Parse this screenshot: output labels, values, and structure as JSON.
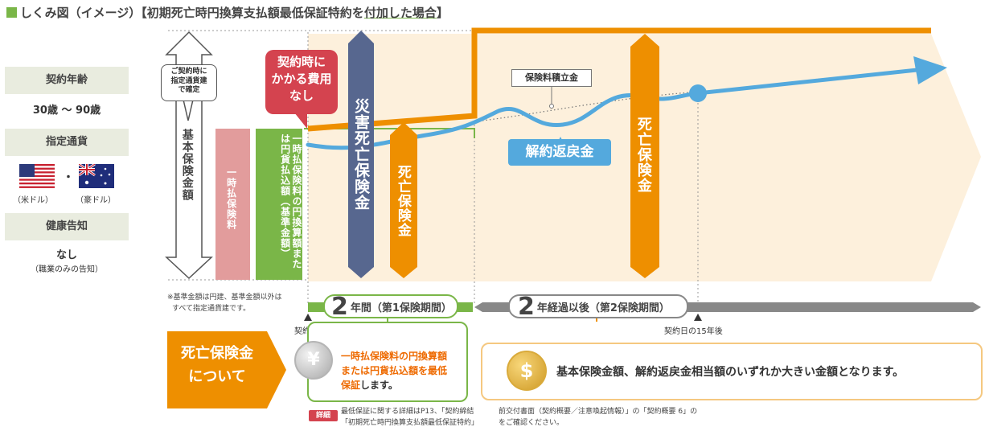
{
  "title": {
    "main": "しくみ図（イメージ）【初期死亡時円換算支払額最低保証特約を",
    "underline": "付加した場合",
    "end": "】"
  },
  "left_panel": {
    "age_header": "契約年齢",
    "age_value": "30歳 〜 90歳",
    "currency_header": "指定通貨",
    "currency_usd": "（米ドル）",
    "currency_dot": "・",
    "currency_aud": "（豪ドル）",
    "health_header": "健康告知",
    "health_value": "なし",
    "health_note": "（職業のみの告知）"
  },
  "diagram": {
    "basic_note_line1": "ご契約時に",
    "basic_note_line2": "指定通貨建",
    "basic_note_line3": "で確定",
    "basic_amount": "基本保険金額",
    "lump_premium": "一時払保険料",
    "yen_conversion": "一時払保険料の円換算額または円貨払込額（基準金額）",
    "cost_line1": "契約時に",
    "cost_line2": "かかる費用",
    "cost_line3": "なし",
    "disaster_benefit": "災害死亡保険金",
    "death_benefit_1": "死亡保険金",
    "death_benefit_2": "死亡保険金",
    "reserve": "保険料積立金",
    "surrender": "解約返戻金",
    "footnote_line1": "※基準金額は円建、基準金額以外は",
    "footnote_line2": "すべて指定通貨建です。"
  },
  "timeline": {
    "period1_num": "2",
    "period1_text": "年間（第1保険期間）",
    "period2_num": "2",
    "period2_text": "年経過以後（第2保険期間）",
    "start_label": "契約日",
    "end_label": "契約日の15年後"
  },
  "bottom": {
    "heading_line1": "死亡保険金",
    "heading_line2": "について",
    "yen_symbol": "¥",
    "box1_line1": "一時払保険料の円換算額",
    "box1_line2": "または円貨払込額を最低",
    "box1_line3": "保証",
    "box1_tail": "します。",
    "dollar_symbol": "$",
    "box2_text": "基本保険金額、解約返戻金相当額のいずれか大きい金額となります。",
    "detail_tag": "詳細",
    "detail_line1": "最低保証に関する詳細はP13、「契約締結",
    "detail_line2": "「初期死亡時円換算支払額最低保証特約」",
    "detail_line3": "前交付書面（契約概要／注意喚起情報）」の「契約概要 6」の",
    "detail_line4": "をご確認ください。"
  },
  "colors": {
    "green": "#7ab648",
    "orange": "#ee8f00",
    "navy": "#57678f",
    "blue": "#54a9dd",
    "pink": "#e29c9c",
    "red": "#d4434f",
    "cream": "#fdf0dc",
    "gray": "#888888"
  }
}
